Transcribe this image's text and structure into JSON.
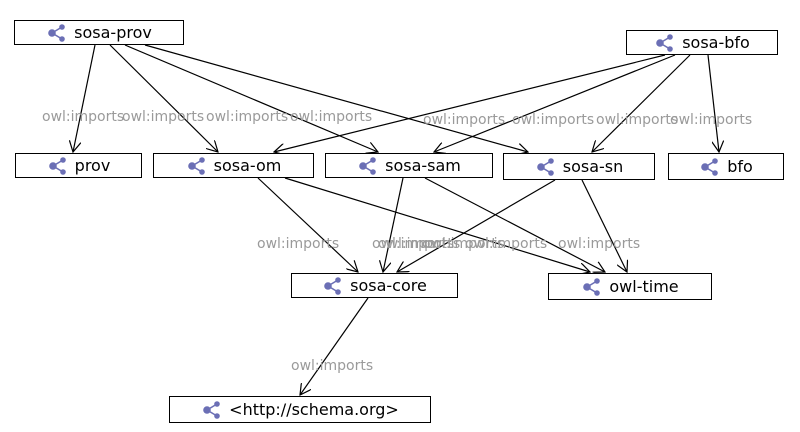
{
  "nodes": [
    {
      "id": "sosa-prov",
      "label": "sosa-prov"
    },
    {
      "id": "sosa-bfo",
      "label": "sosa-bfo"
    },
    {
      "id": "prov",
      "label": "prov"
    },
    {
      "id": "sosa-om",
      "label": "sosa-om"
    },
    {
      "id": "sosa-sam",
      "label": "sosa-sam"
    },
    {
      "id": "sosa-sn",
      "label": "sosa-sn"
    },
    {
      "id": "bfo",
      "label": "bfo"
    },
    {
      "id": "sosa-core",
      "label": "sosa-core"
    },
    {
      "id": "owl-time",
      "label": "owl-time"
    },
    {
      "id": "schema-org",
      "label": "<http://schema.org>"
    }
  ],
  "edges": [
    {
      "from": "sosa-prov",
      "to": "prov",
      "label": "owl:imports"
    },
    {
      "from": "sosa-prov",
      "to": "sosa-om",
      "label": "owl:imports"
    },
    {
      "from": "sosa-prov",
      "to": "sosa-sam",
      "label": "owl:imports"
    },
    {
      "from": "sosa-prov",
      "to": "sosa-sn",
      "label": "owl:imports"
    },
    {
      "from": "sosa-bfo",
      "to": "sosa-om",
      "label": "owl:imports"
    },
    {
      "from": "sosa-bfo",
      "to": "sosa-sam",
      "label": "owl:imports"
    },
    {
      "from": "sosa-bfo",
      "to": "sosa-sn",
      "label": "owl:imports"
    },
    {
      "from": "sosa-bfo",
      "to": "bfo",
      "label": "owl:imports"
    },
    {
      "from": "sosa-om",
      "to": "sosa-core",
      "label": "owl:imports"
    },
    {
      "from": "sosa-om",
      "to": "owl-time",
      "label": "owl:imports"
    },
    {
      "from": "sosa-sam",
      "to": "sosa-core",
      "label": "owl:imports"
    },
    {
      "from": "sosa-sam",
      "to": "owl-time",
      "label": "owl:imports"
    },
    {
      "from": "sosa-sn",
      "to": "sosa-core",
      "label": "owl:imports"
    },
    {
      "from": "sosa-sn",
      "to": "owl-time",
      "label": "owl:imports"
    },
    {
      "from": "sosa-core",
      "to": "schema-org",
      "label": "owl:imports"
    }
  ],
  "icon": "ontology-graph-icon",
  "colors": {
    "edge": "#000000",
    "edge_label": "#9a9a9a",
    "icon": "#6b6fb5"
  }
}
